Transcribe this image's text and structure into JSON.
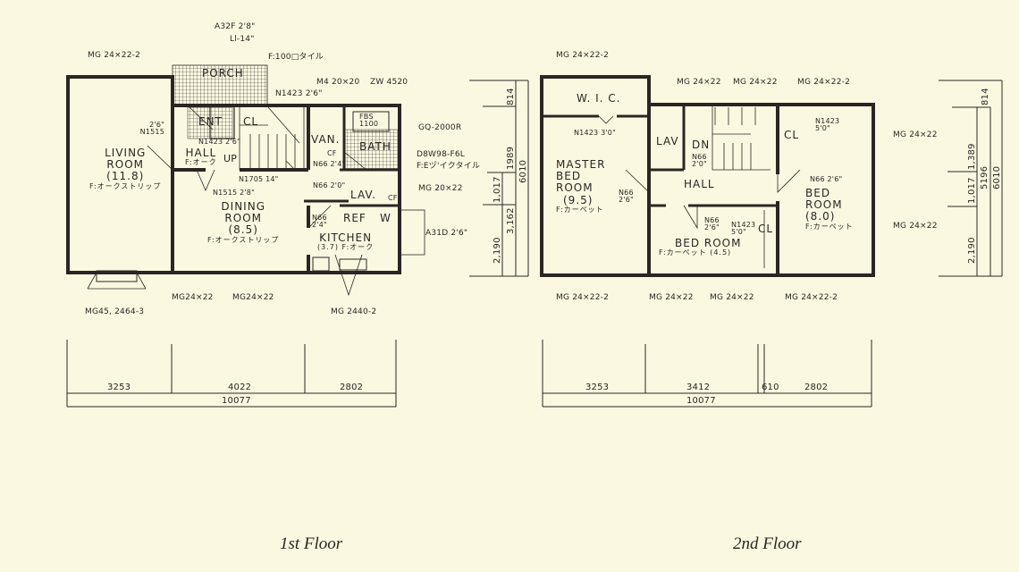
{
  "floor1": {
    "caption": "1st Floor",
    "rooms": {
      "living": [
        "LIVING",
        "ROOM",
        "(11.8)",
        "F:オークストリップ"
      ],
      "dining": [
        "DINING",
        "ROOM",
        "(8.5)",
        "F:オークストリップ"
      ],
      "kitchen": [
        "KITCHEN",
        "(3.7) F:オーク"
      ],
      "hall": [
        "HALL",
        "F:オーク"
      ],
      "porch": "PORCH",
      "ent": "ENT",
      "cl": "CL",
      "up": "UP",
      "van": "VAN.",
      "bath": "BATH",
      "lav": "LAV.",
      "ref": "REF",
      "w": "W",
      "fbs": "FBS 1100"
    },
    "annotations": {
      "a32f": "A32F 2'8\"",
      "ll14": "Ll-14\"",
      "tile": "F:100□タイル",
      "mg_top_living": "MG 24×22-2",
      "n1423": "N1423 2'6\"",
      "m420": "M4 20×20",
      "zw": "ZW 4520",
      "gq": "GQ-2000R",
      "d8w": "D8W98-F6L",
      "fe": "F:Eヅ'イクタイル",
      "mg2022": "MG 20×22",
      "a31d": "A31D 2'6\"",
      "n1515a": "2'6\" N1515",
      "n1423b": "N1423 2'6\"",
      "n1705": "N1705 14\"",
      "n1515b": "N1515 2'8\"",
      "n66a": "N66 2'0\"",
      "n66b": "N66 2'4\"",
      "n66c": "N66 2'4\"",
      "cf1": "CF",
      "cf2": "CF",
      "mg_bot1": "MG24×22",
      "mg_bot2": "MG24×22",
      "mg45": "MG45, 2464-3",
      "mg2440": "MG 2440-2"
    },
    "dims_horizontal": [
      "3253",
      "4022",
      "2802"
    ],
    "dims_total": "10077",
    "dims_vertical": [
      "814",
      "1989",
      "1,017",
      "2,190",
      "3,162",
      "6010"
    ]
  },
  "floor2": {
    "caption": "2nd Floor",
    "rooms": {
      "wic": "W. I. C.",
      "master": [
        "MASTER",
        "BED",
        "ROOM",
        "(9.5)",
        "F:カーペット"
      ],
      "bed8": [
        "BED",
        "ROOM",
        "(8.0)",
        "F:カーペット"
      ],
      "bed45": [
        "BED ROOM",
        "F:カーペット (4.5)"
      ],
      "hall": "HALL",
      "lav": "LAV",
      "dn": "DN",
      "cl1": "CL",
      "cl2": "CL"
    },
    "annotations": {
      "mg_top_wic": "MG 24×22-2",
      "mg_top1": "MG 24×22",
      "mg_top2": "MG 24×22",
      "mg_top3": "MG 24×22-2",
      "mg_right1": "MG 24×22",
      "mg_right2": "MG 24×22",
      "n1423a": "N1423 3'0\"",
      "n1423b": "N1423 5'0\"",
      "n1423c": "N1423 5'0\"",
      "n66a": "N66 2'6\"",
      "n66b": "N66 2'6\"",
      "n66c": "N66 2'6\"",
      "n66d": "N66 2'0\"",
      "mg_bot1": "MG 24×22-2",
      "mg_bot2": "MG 24×22",
      "mg_bot3": "MG 24×22",
      "mg_bot4": "MG 24×22-2"
    },
    "dims_horizontal": [
      "3253",
      "3412",
      "610",
      "2802"
    ],
    "dims_total": "10077",
    "dims_vertical": [
      "814",
      "1,389",
      "1,017",
      "2,190",
      "5196",
      "6010"
    ]
  },
  "colors": {
    "paper": "#fbf8e2",
    "ink": "#2b2622"
  }
}
